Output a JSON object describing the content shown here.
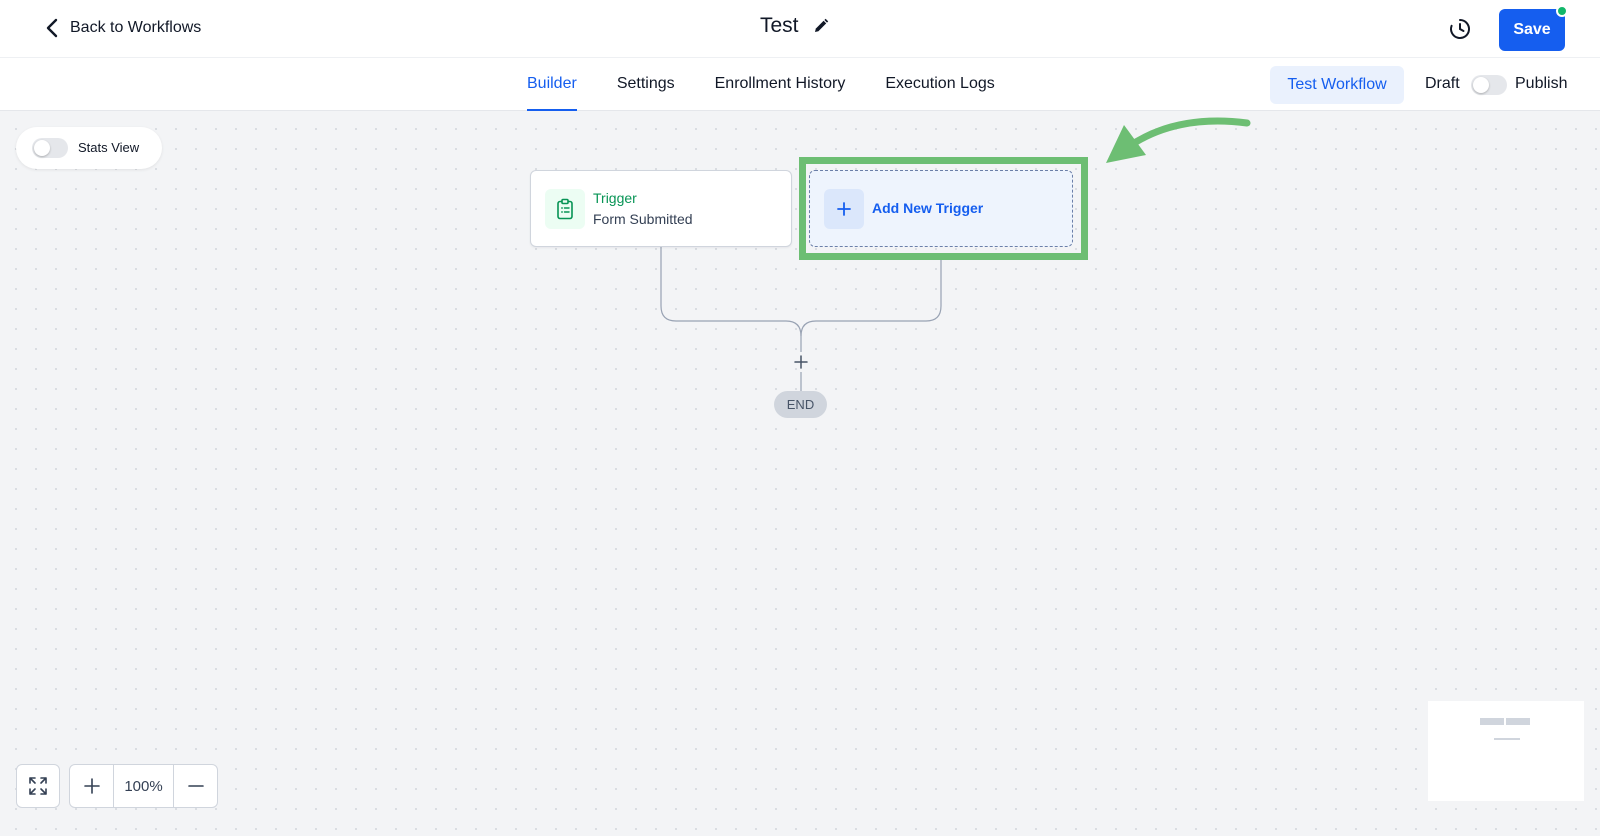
{
  "header": {
    "back_label": "Back to Workflows",
    "workflow_title": "Test",
    "save_label": "Save"
  },
  "subnav": {
    "tabs": [
      {
        "label": "Builder",
        "active": true
      },
      {
        "label": "Settings",
        "active": false
      },
      {
        "label": "Enrollment History",
        "active": false
      },
      {
        "label": "Execution Logs",
        "active": false
      }
    ],
    "test_workflow_label": "Test Workflow",
    "draft_label": "Draft",
    "publish_label": "Publish",
    "published": false
  },
  "canvas": {
    "stats_view_label": "Stats View",
    "stats_view_on": false,
    "trigger": {
      "title": "Trigger",
      "subtitle": "Form Submitted",
      "icon": "clipboard-icon"
    },
    "add_trigger_label": "Add New Trigger",
    "end_label": "END",
    "zoom_level": "100%"
  },
  "colors": {
    "primary": "#155eef",
    "trigger_green": "#079455",
    "highlight_green": "#6dbe73",
    "status_dot": "#12b76a"
  }
}
